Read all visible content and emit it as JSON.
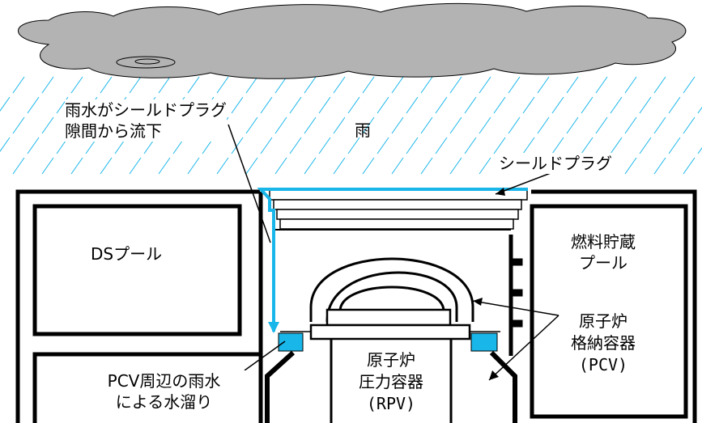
{
  "labels": {
    "rain": "雨",
    "rain_flow_1": "雨水がシールドプラグ",
    "rain_flow_2": "隙間から流下",
    "shield_plug": "シールドプラグ",
    "ds_pool": "DSプール",
    "fuel_pool_1": "燃料貯蔵",
    "fuel_pool_2": "プール",
    "pcv_1": "原子炉",
    "pcv_2": "格納容器",
    "pcv_3": "(PCV)",
    "rpv_1": "原子炉",
    "rpv_2": "圧力容器",
    "rpv_3": "(RPV)",
    "water_pool_1": "PCV周辺の雨水",
    "water_pool_2": "による水溜り"
  },
  "colors": {
    "water": "#19b6ea",
    "cloud": "#b3b3b3",
    "outline": "#000000"
  }
}
